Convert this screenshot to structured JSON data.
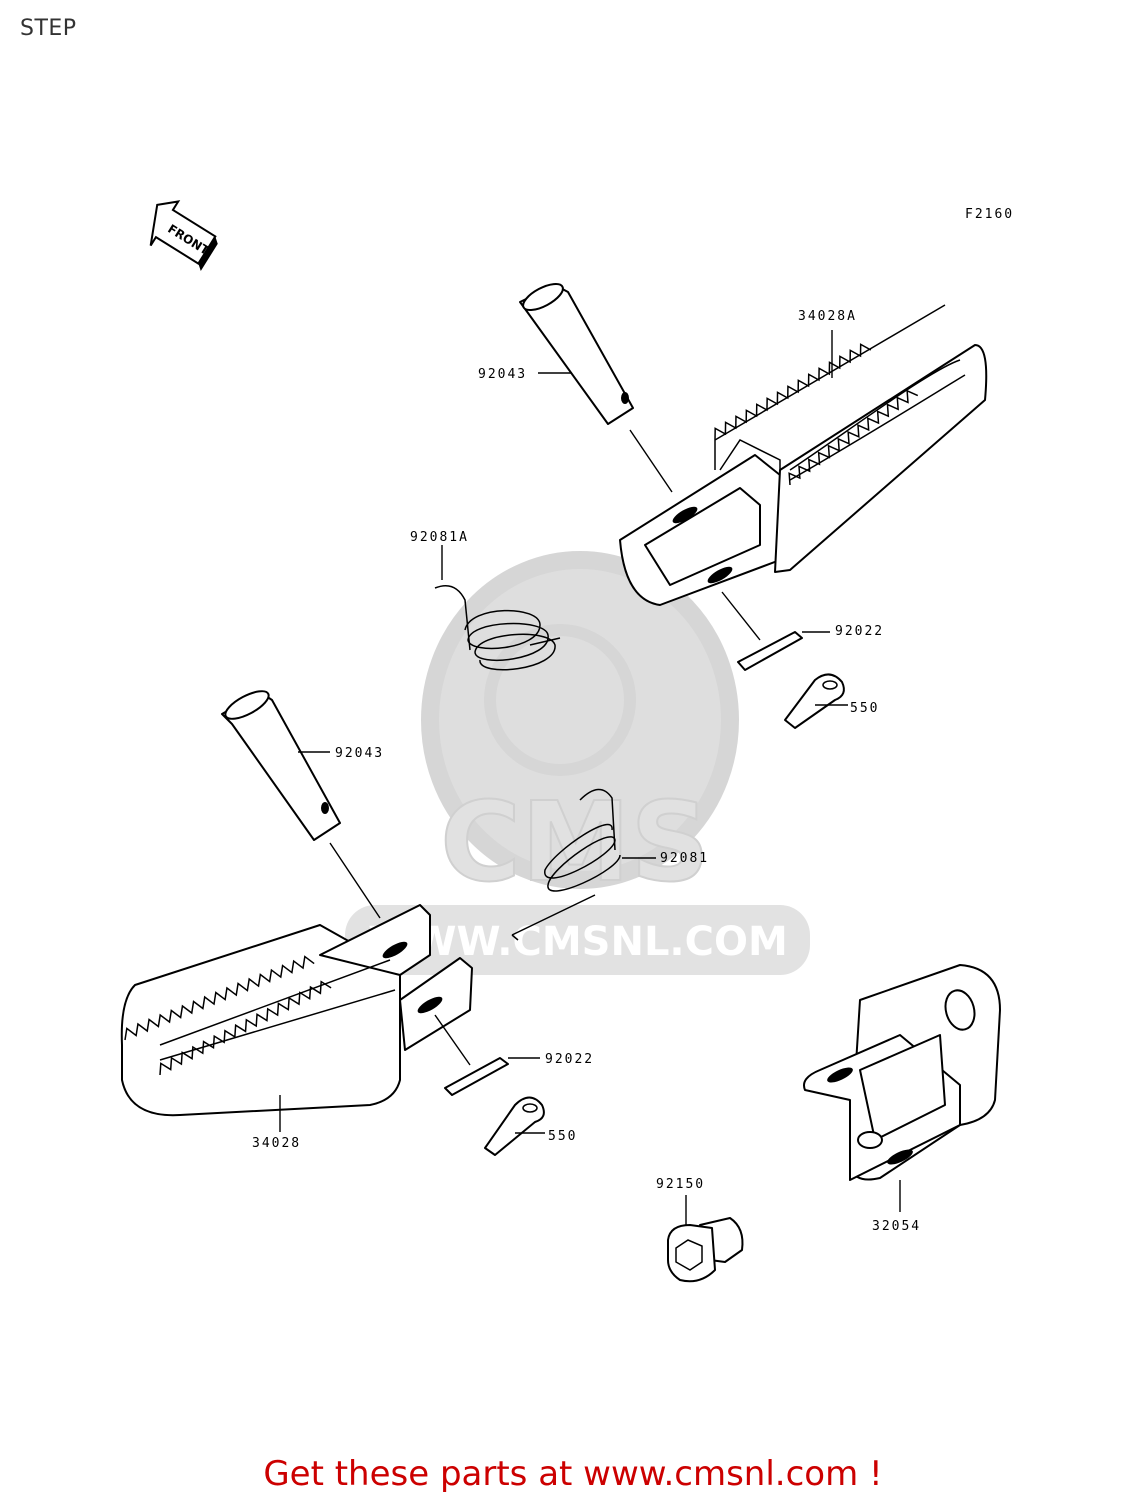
{
  "page_title": "STEP",
  "figure_code": "F2160",
  "front_arrow": "FRONT",
  "watermark": "WWW.CMSNL.COM",
  "watermark_logo": "CMS",
  "footer_link": "Get these parts at www.cmsnl.com !",
  "parts": {
    "p34028A": "34028A",
    "p92043_top": "92043",
    "p92081A": "92081A",
    "p92022_top": "92022",
    "p550_top": "550",
    "p92043_bottom": "92043",
    "p92081": "92081",
    "p92022_bottom": "92022",
    "p550_bottom": "550",
    "p34028": "34028",
    "p92150": "92150",
    "p32054": "32054"
  },
  "colors": {
    "footer": "#cc0000",
    "watermark": "#d9d9d9",
    "lines": "#000000"
  }
}
